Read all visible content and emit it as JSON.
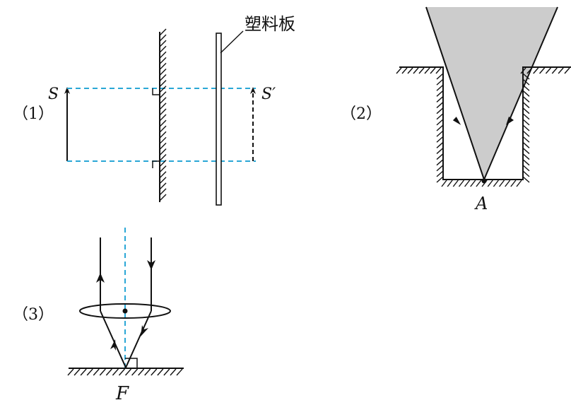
{
  "colors": {
    "ink": "#111111",
    "dash_blue": "#2aa7d6",
    "shade": "#cccccc"
  },
  "figure1": {
    "label": "（1）",
    "object_label": "S",
    "image_label": "S′",
    "plate_label": "塑料板"
  },
  "figure2": {
    "label": "（2）",
    "point_label": "A"
  },
  "figure3": {
    "label": "（3）",
    "focus_label": "F"
  }
}
